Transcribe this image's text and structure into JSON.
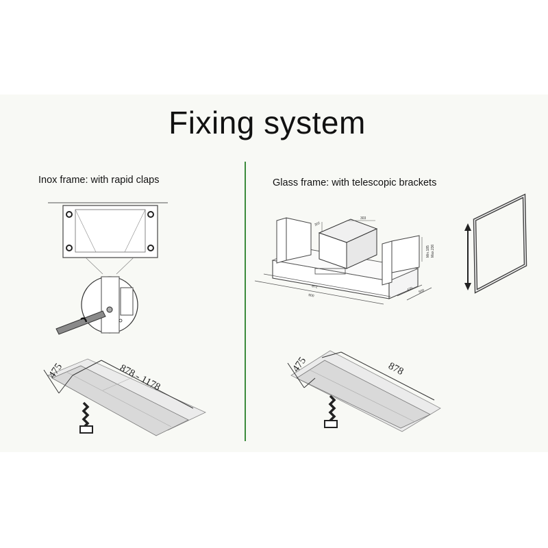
{
  "title": "Fixing system",
  "left_section": {
    "caption": "Inox frame: with rapid claps",
    "dim_width": "475",
    "dim_length": "878 - 1178"
  },
  "right_section": {
    "caption": "Glass frame: with telescopic brackets",
    "dim_width": "475",
    "dim_length": "878",
    "drawing_dims": {
      "d_302": "302",
      "d_303": "303",
      "d_872": "872",
      "d_900": "900",
      "d_470": "470",
      "d_500": "500",
      "d_h1": "Min.185",
      "d_h2": "Max.236"
    }
  },
  "colors": {
    "divider": "#3a8a3a",
    "background": "#f8f9f5",
    "panel_fill": "#d9d9d9"
  }
}
